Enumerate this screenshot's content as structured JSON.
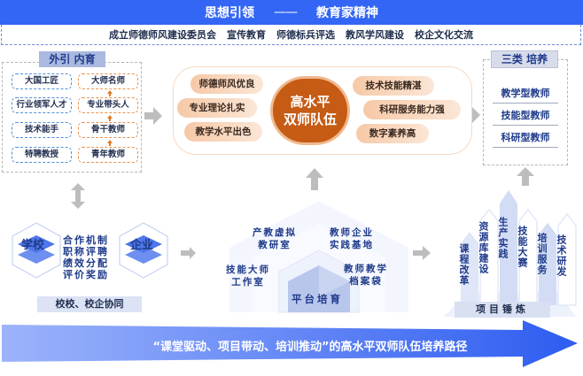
{
  "header": {
    "left": "思想引领",
    "dash": "——",
    "right": "教育家精神"
  },
  "subheader": [
    "成立师德师风建设委员会",
    "宣传教育",
    "师德标兵评选",
    "教风学风建设",
    "校企文化交流"
  ],
  "left_panel": {
    "title": "外引 内育",
    "external": [
      "大国工匠",
      "行业领军人才",
      "技术能手",
      "特聘教授"
    ],
    "internal": [
      "大师名师",
      "专业带头人",
      "骨干教师",
      "青年教师"
    ]
  },
  "center": {
    "core": [
      "高水平",
      "双师队伍"
    ],
    "left_traits": [
      "师德师风优良",
      "专业理论扎实",
      "教学水平出色"
    ],
    "right_traits": [
      "技术技能精湛",
      "科研服务能力强",
      "数字素养高"
    ]
  },
  "right_panel": {
    "title": "三类 培养",
    "items": [
      "教学型教师",
      "技能型教师",
      "科研型教师"
    ]
  },
  "collaboration": {
    "school": "学校",
    "enterprise": "企业",
    "mechanisms": [
      "合作机制",
      "职称评聘",
      "绩效分配",
      "评价奖励"
    ],
    "label": "校校、校企协同"
  },
  "platform": {
    "items": [
      [
        "产教虚拟",
        "教研室"
      ],
      [
        "教师企业",
        "实践基地"
      ],
      [
        "技能大师",
        "工作室"
      ],
      [
        "教师教学",
        "档案袋"
      ]
    ],
    "label": "平台培育"
  },
  "projects": {
    "items": [
      "课程改革",
      "资源库建设",
      "生产实践",
      "技能大赛",
      "培训服务",
      "技术研发"
    ],
    "label": "项目锤炼"
  },
  "banner": "“课堂驱动、项目带动、培训推动”的高水平双师队伍培养路径",
  "colors": {
    "header_blue": "#3366f5",
    "core_orange": "#c55b14",
    "text_navy": "#1e3a8a"
  }
}
